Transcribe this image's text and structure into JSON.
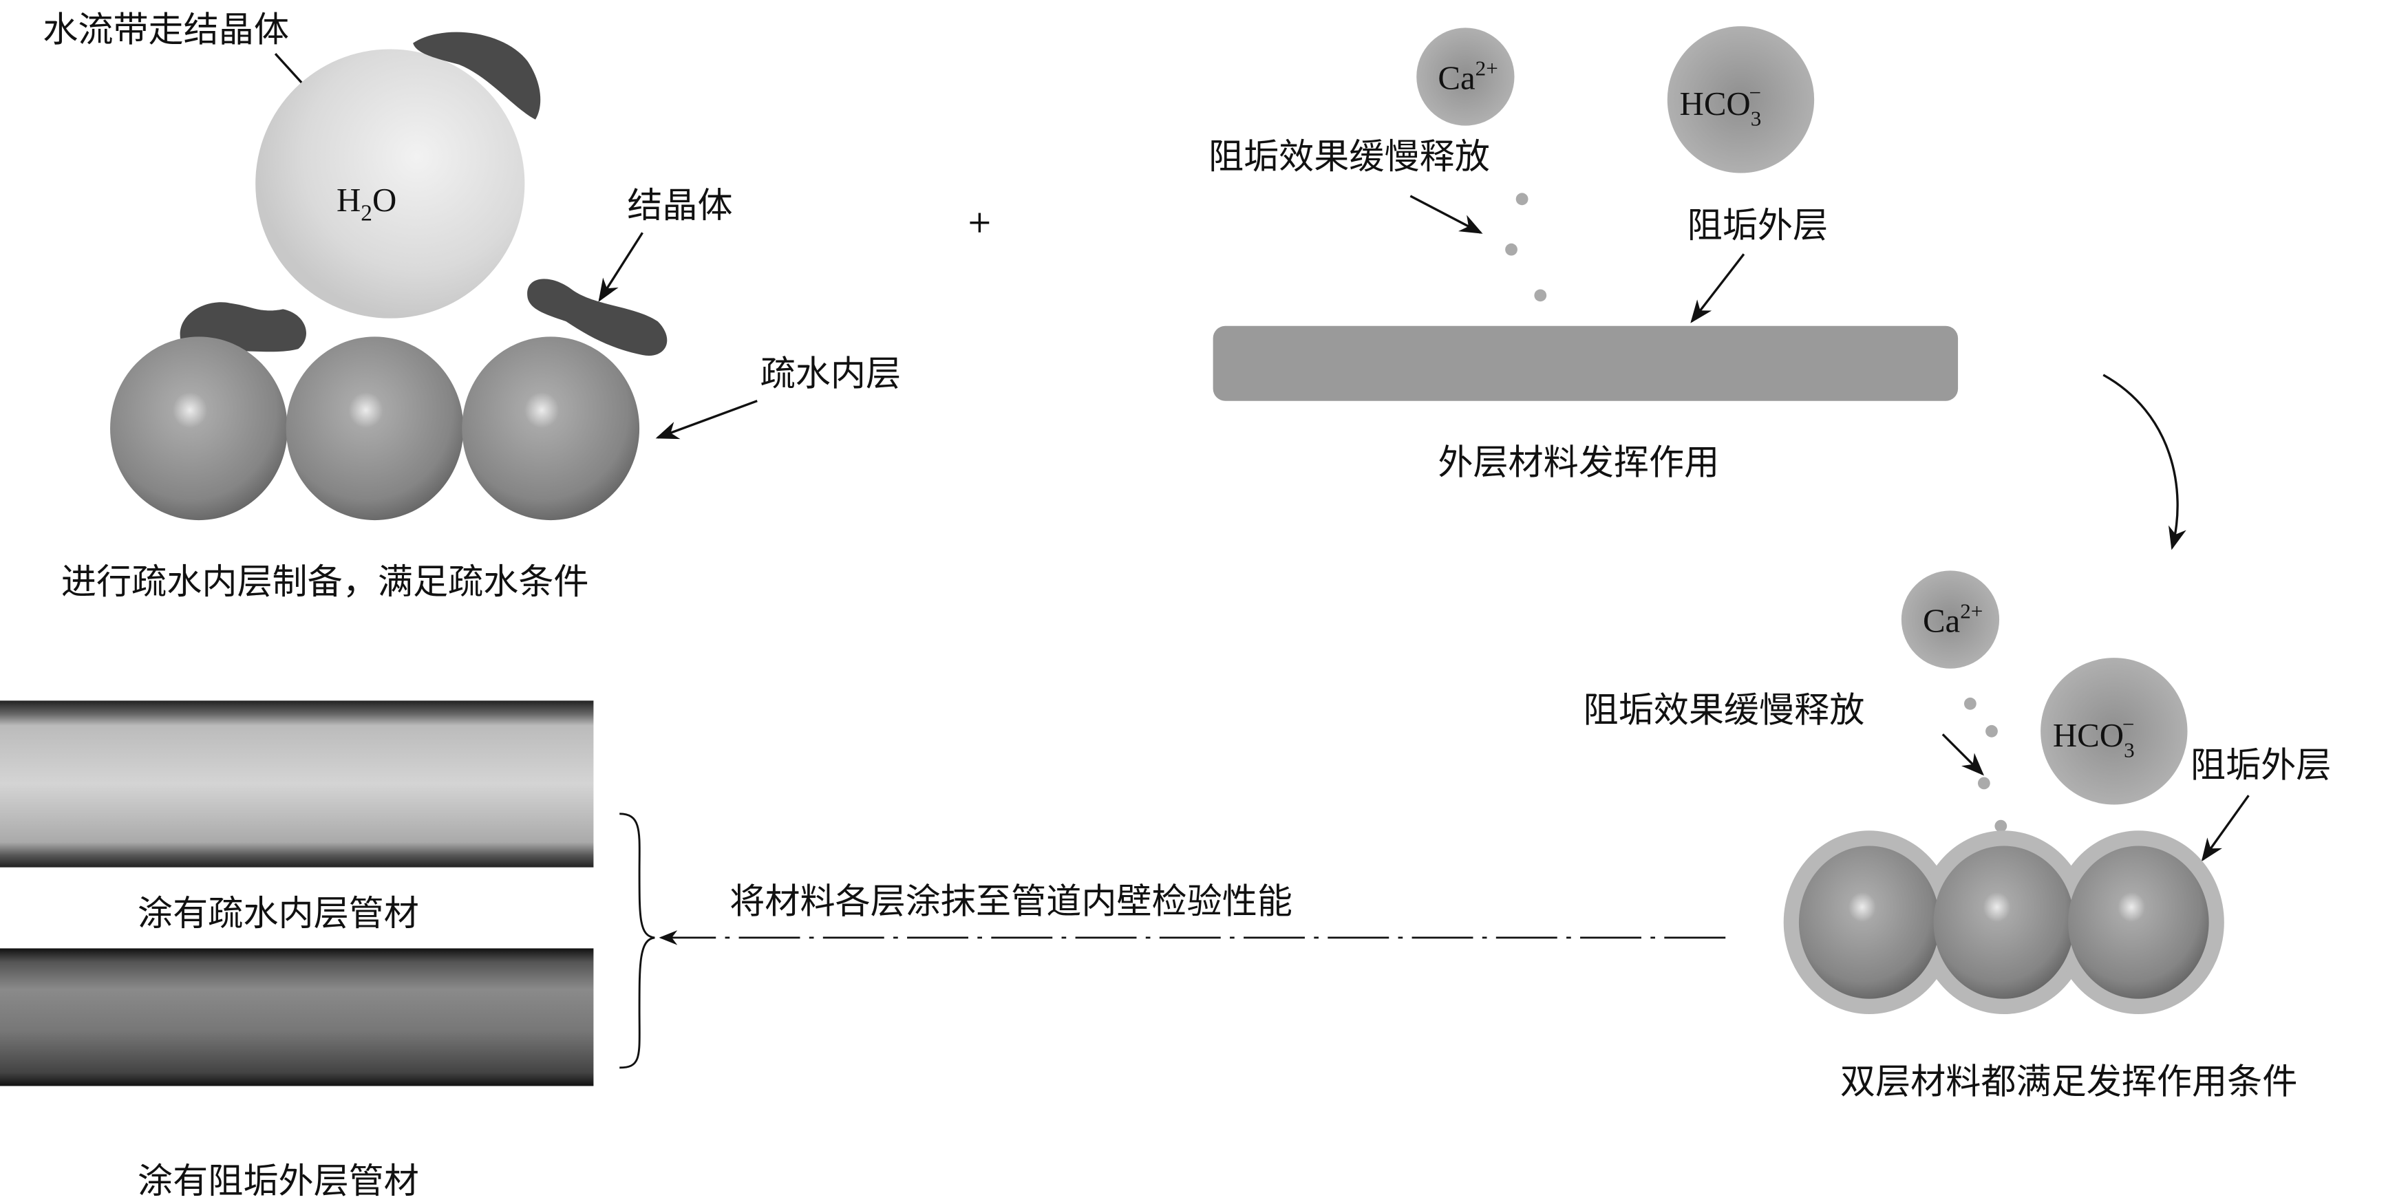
{
  "panel_hydrophobic": {
    "water_carry_label": "水流带走结晶体",
    "water": {
      "base": "H",
      "sub": "2",
      "tail": "O"
    },
    "crystal_label": "结晶体",
    "inner_layer_label": "疏水内层",
    "caption": "进行疏水内层制备，满足疏水条件"
  },
  "plus_sign": "+",
  "panel_outer": {
    "ca": {
      "base": "Ca",
      "sup": "2+"
    },
    "hco3": {
      "base": "HCO",
      "sub": "3",
      "sup": "−"
    },
    "release_label": "阻垢效果缓慢释放",
    "outer_layer_label": "阻垢外层",
    "caption": "外层材料发挥作用"
  },
  "panel_double": {
    "ca": {
      "base": "Ca",
      "sup": "2+"
    },
    "hco3": {
      "base": "HCO",
      "sub": "3",
      "sup": "−"
    },
    "release_label": "阻垢效果缓慢释放",
    "outer_layer_label": "阻垢外层",
    "caption": "双层材料都满足发挥作用条件"
  },
  "flow_label": "将材料各层涂抹至管道内壁检验性能",
  "pipes": {
    "inner_caption": "涂有疏水内层管材",
    "outer_caption": "涂有阻垢外层管材"
  },
  "colors": {
    "sphere": "#8a8a8a",
    "water": "#cfcfcf",
    "crystal": "#4a4a4a",
    "halo": "#b8b8b8"
  }
}
